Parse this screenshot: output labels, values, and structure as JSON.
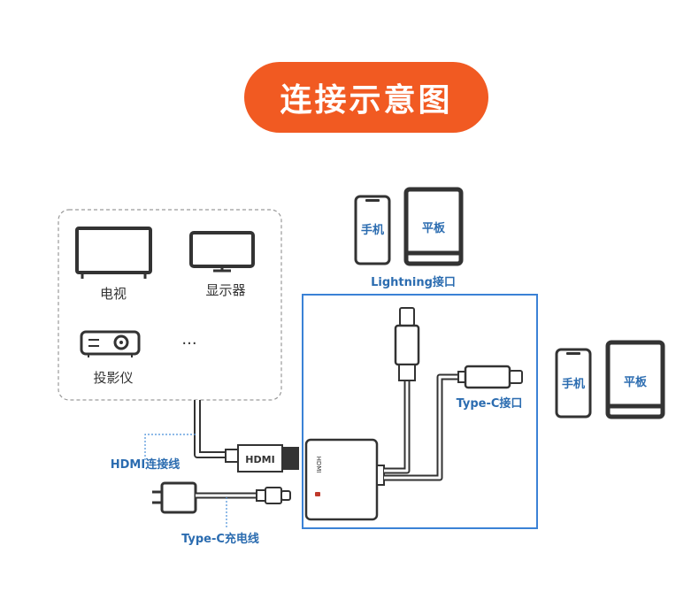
{
  "title": "连接示意图",
  "display_devices": {
    "tv": "电视",
    "monitor": "显示器",
    "projector": "投影仪",
    "more": "..."
  },
  "top_devices": {
    "phone": "手机",
    "tablet": "平板",
    "port_label": "Lightning接口"
  },
  "right_devices": {
    "phone": "手机",
    "tablet": "平板"
  },
  "adapter": {
    "hdmi_text": "HDMI",
    "typec_port_label": "Type-C接口"
  },
  "cables": {
    "hdmi_cable_label": "HDMI连接线",
    "hdmi_plug_text": "HDMI",
    "charging_label": "Type-C充电线"
  },
  "colors": {
    "accent_orange": "#f15a22",
    "label_blue": "#2b6cb0",
    "frame_blue": "#3b82d6",
    "dark": "#333333"
  }
}
